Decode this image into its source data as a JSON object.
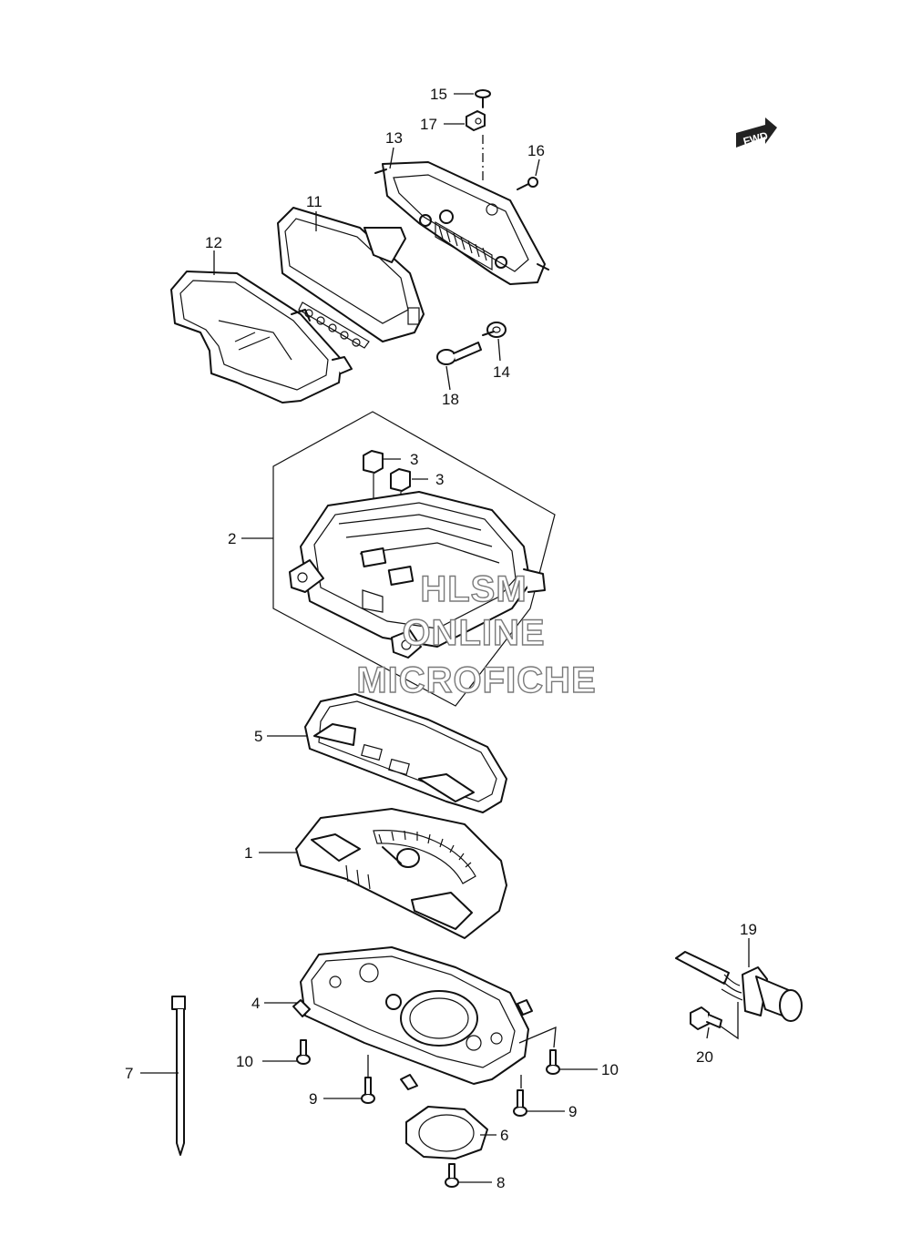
{
  "callouts": {
    "c1": "1",
    "c2": "2",
    "c3a": "3",
    "c3b": "3",
    "c4": "4",
    "c5": "5",
    "c6": "6",
    "c7": "7",
    "c8": "8",
    "c9a": "9",
    "c9b": "9",
    "c10a": "10",
    "c10b": "10",
    "c11": "11",
    "c12": "12",
    "c13": "13",
    "c14": "14",
    "c15": "15",
    "c16": "16",
    "c17": "17",
    "c18": "18",
    "c19": "19",
    "c20": "20"
  },
  "direction_badge": "FWD",
  "watermark": {
    "line1": "HLSM",
    "line2": "ONLINE",
    "line3": "MICROFICHE"
  }
}
